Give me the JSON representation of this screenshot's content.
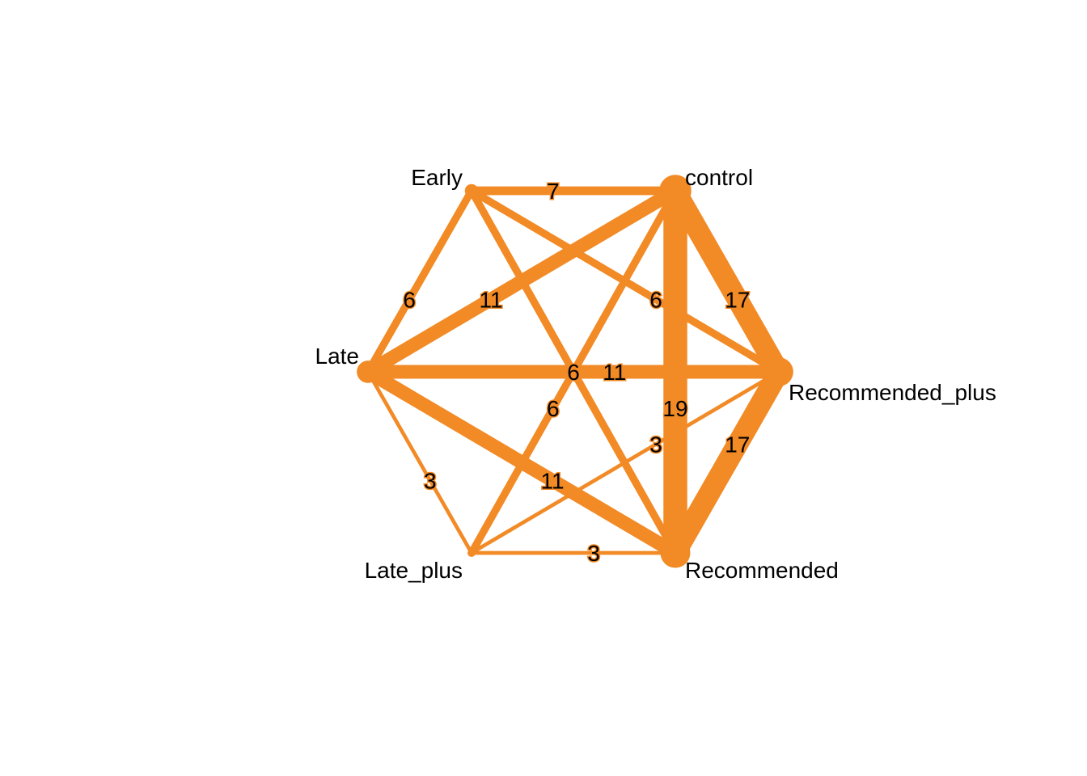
{
  "colors": {
    "edge": "#f28a25",
    "node": "#f28a25",
    "label_text": "#000000",
    "background": "#ffffff"
  },
  "nodes": [
    {
      "id": "Early",
      "label": "Early"
    },
    {
      "id": "control",
      "label": "control"
    },
    {
      "id": "Recommended_plus",
      "label": "Recommended_plus"
    },
    {
      "id": "Recommended",
      "label": "Recommended"
    },
    {
      "id": "Late_plus",
      "label": "Late_plus"
    },
    {
      "id": "Late",
      "label": "Late"
    }
  ],
  "edges": [
    {
      "source": "Early",
      "target": "control",
      "weight": 7,
      "label": "7"
    },
    {
      "source": "Early",
      "target": "Late",
      "weight": 6,
      "label": "6"
    },
    {
      "source": "Early",
      "target": "Recommended_plus",
      "weight": 6,
      "label": "6"
    },
    {
      "source": "Early",
      "target": "Recommended",
      "weight": 6,
      "label": "6"
    },
    {
      "source": "control",
      "target": "Late",
      "weight": 11,
      "label": "11"
    },
    {
      "source": "control",
      "target": "Recommended_plus",
      "weight": 17,
      "label": "17"
    },
    {
      "source": "control",
      "target": "Recommended",
      "weight": 19,
      "label": "19"
    },
    {
      "source": "control",
      "target": "Late_plus",
      "weight": 6,
      "label": "6"
    },
    {
      "source": "Late",
      "target": "Recommended_plus",
      "weight": 11,
      "label": "11"
    },
    {
      "source": "Late",
      "target": "Recommended",
      "weight": 11,
      "label": "11"
    },
    {
      "source": "Late",
      "target": "Late_plus",
      "weight": 3,
      "label": "3"
    },
    {
      "source": "Recommended_plus",
      "target": "Recommended",
      "weight": 17,
      "label": "17"
    },
    {
      "source": "Recommended_plus",
      "target": "Late_plus",
      "weight": 3,
      "label": "3"
    },
    {
      "source": "Late_plus",
      "target": "Recommended",
      "weight": 3,
      "label": "3"
    }
  ]
}
